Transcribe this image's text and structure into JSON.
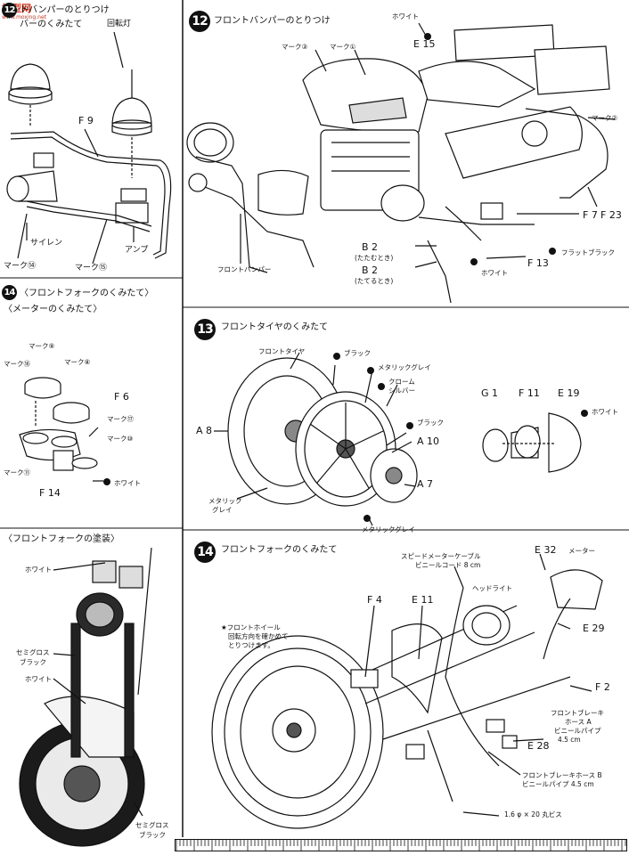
{
  "watermark": {
    "brand": "模型网",
    "url": "www.moxing.net"
  },
  "left_top": {
    "step_badge": "12",
    "heading1": "トバンパーのとりつけ",
    "heading2": "バーのくみたて",
    "labels": {
      "kaitento": "回転灯",
      "f9": "F 9",
      "siren": "サイレン",
      "mark14": "マーク⑭",
      "mark15": "マーク⑮",
      "amp": "アンプ"
    }
  },
  "left_meter": {
    "step_badge": "14",
    "heading1": "〈フロントフォークのくみたて〉",
    "heading2": "〈メーターのくみたて〉",
    "labels": {
      "mark9": "マーク⑨",
      "mark16": "マーク⑯",
      "mark8": "マーク⑧",
      "f6": "F 6",
      "mark17": "マーク⑰",
      "mark10": "マーク⑩",
      "mark11": "マーク⑪",
      "f14": "F 14",
      "white": "ホワイト"
    }
  },
  "left_paint": {
    "heading": "〈フロントフォークの塗装〉",
    "labels": {
      "white1": "ホワイト",
      "semigloss": "セミグロス",
      "black": "ブラック",
      "white2": "ホワイト",
      "semigloss2": "セミグロス",
      "black2": "ブラック"
    }
  },
  "step12": {
    "badge": "12",
    "title": "フロントバンパーのとりつけ",
    "labels": {
      "mark3": "マーク③",
      "mark1": "マーク①",
      "white": "ホワイト",
      "e15": "E 15",
      "mark2": "マーク②",
      "f7": "F 7",
      "f23": "F 23",
      "front_bumper": "フロントバンパー",
      "b2a": "B 2",
      "b2a_sub": "(たたむとき)",
      "b2b": "B 2",
      "b2b_sub": "(たてるとき)",
      "f13": "F 13",
      "flat_black": "フラットブラック",
      "white2": "ホワイト"
    }
  },
  "step13": {
    "badge": "13",
    "title": "フロントタイヤのくみたて",
    "labels": {
      "front_tire": "フロントタイヤ",
      "black1": "ブラック",
      "metallic_gray1": "メタリックグレイ",
      "chrome": "クローム",
      "silver": "シルバー",
      "black2": "ブラック",
      "a8": "A 8",
      "a10": "A 10",
      "a7": "A 7",
      "metallic_gray2": "メタリック",
      "metallic_gray2b": "グレイ",
      "metallic_gray3": "メタリックグレイ",
      "g1": "G 1",
      "f11": "F 11",
      "e19": "E 19",
      "white": "ホワイト"
    }
  },
  "step14": {
    "badge": "14",
    "title": "フロントフォークのくみたて",
    "labels": {
      "speed_cable": "スピードメーターケーブル",
      "vinyl_cord": "ビニールコード 8 cm",
      "e32": "E 32",
      "meter": "メーター",
      "f4": "F 4",
      "e11": "E 11",
      "headlight": "ヘッドライト",
      "e29": "E 29",
      "note1": "★フロントホイール",
      "note2": "回転方向を確かめて",
      "note3": "とりつけます。",
      "f2": "F 2",
      "brake_a1": "フロントブレーキ",
      "brake_a2": "ホース A",
      "brake_a3": "ビニールパイプ",
      "brake_a4": "4.5 cm",
      "e28": "E 28",
      "brake_b1": "フロントブレーキホース B",
      "brake_b2": "ビニールパイプ 4.5 cm",
      "screw": "1.6 φ × 20 丸ビス"
    }
  }
}
